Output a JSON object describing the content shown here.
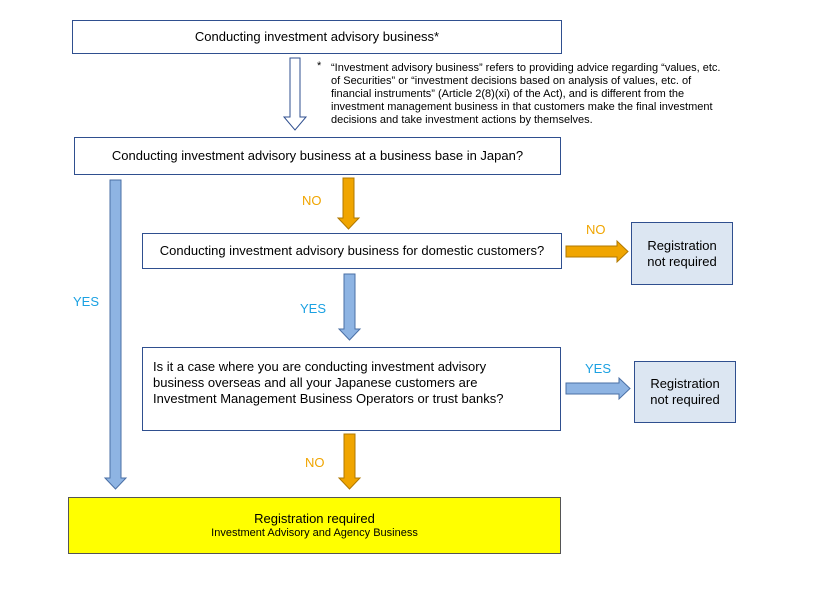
{
  "box_advisory": "Conducting investment advisory business*",
  "note_marker": "*",
  "note_lines": [
    "“Investment advisory business” refers to providing advice regarding “values, etc.",
    "of Securities” or “investment decisions based on analysis of values, etc. of",
    "financial instruments” (Article 2(8)(xi) of the Act), and is different from the",
    "investment management business in that customers make the final investment",
    "decisions and take investment actions by themselves."
  ],
  "q1": "Conducting investment advisory business at a business base in Japan?",
  "q2": "Conducting investment advisory business for domestic customers?",
  "q3_lines": [
    "Is it a case where you are conducting investment advisory",
    "business overseas and all your Japanese customers are",
    "Investment Management Business Operators or trust banks?"
  ],
  "result1_lines": [
    "Registration",
    "not required"
  ],
  "result2_lines": [
    "Registration",
    "not required"
  ],
  "final_title": "Registration required",
  "final_subtitle": "Investment Advisory and Agency Business",
  "labels": {
    "no_q1": "NO",
    "no_q2": "NO",
    "yes_q1": "YES",
    "yes_q2": "YES",
    "yes_q3": "YES",
    "no_q3": "NO"
  },
  "colors": {
    "box_border": "#2f4f8f",
    "blue_arrow_fill": "#8eb4e3",
    "orange_arrow_fill": "#f0a500",
    "yes_text": "#1ba1e2",
    "no_text": "#f0a500",
    "final_fill": "#ffff00",
    "result_fill": "#dce6f2"
  }
}
